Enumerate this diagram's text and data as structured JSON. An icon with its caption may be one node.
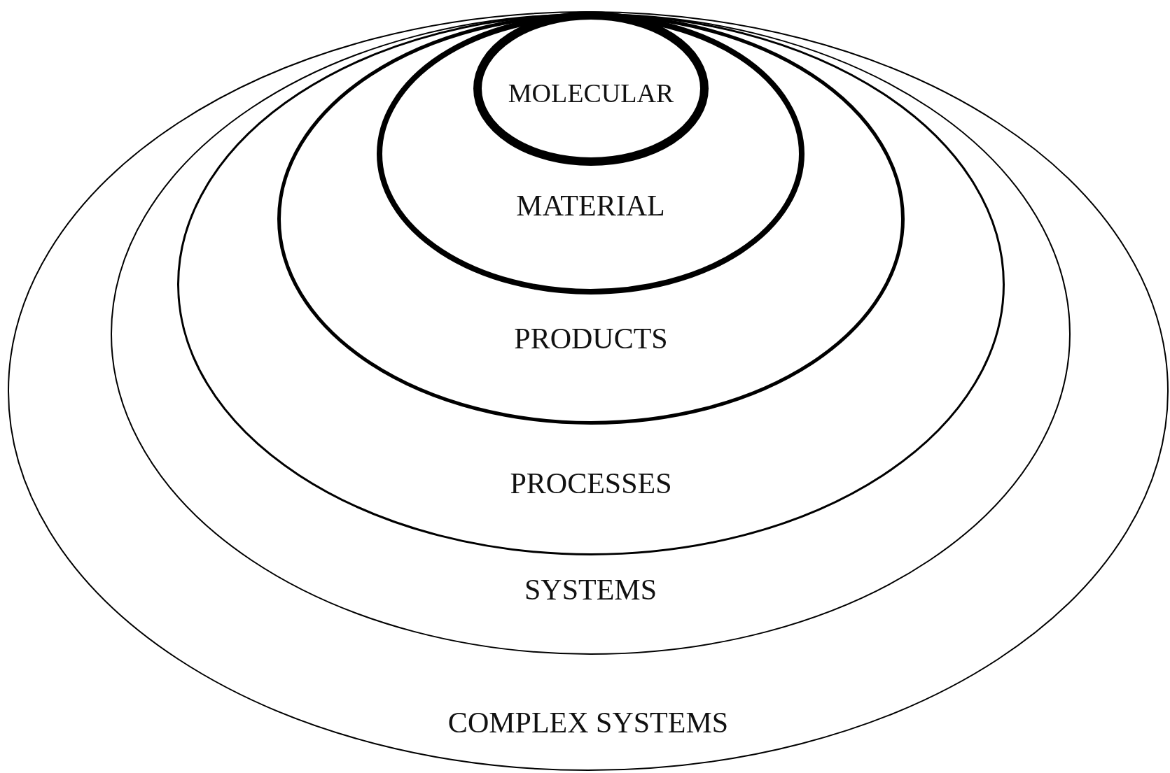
{
  "diagram": {
    "nodes": [
      {
        "text": [
          "COMPLEX SYSTEMS"
        ]
      },
      {
        "text": [
          "SYSTEMS"
        ],
        "in": 0
      },
      {
        "text": [
          "PROCESSES"
        ],
        "in": 1
      },
      {
        "text": [
          "PRODUCTS"
        ],
        "in": 2
      },
      {
        "text": [
          "MATERIAL"
        ],
        "in": 3
      },
      {
        "text": [
          "MOLECULAR"
        ],
        "in": 4
      }
    ]
  }
}
